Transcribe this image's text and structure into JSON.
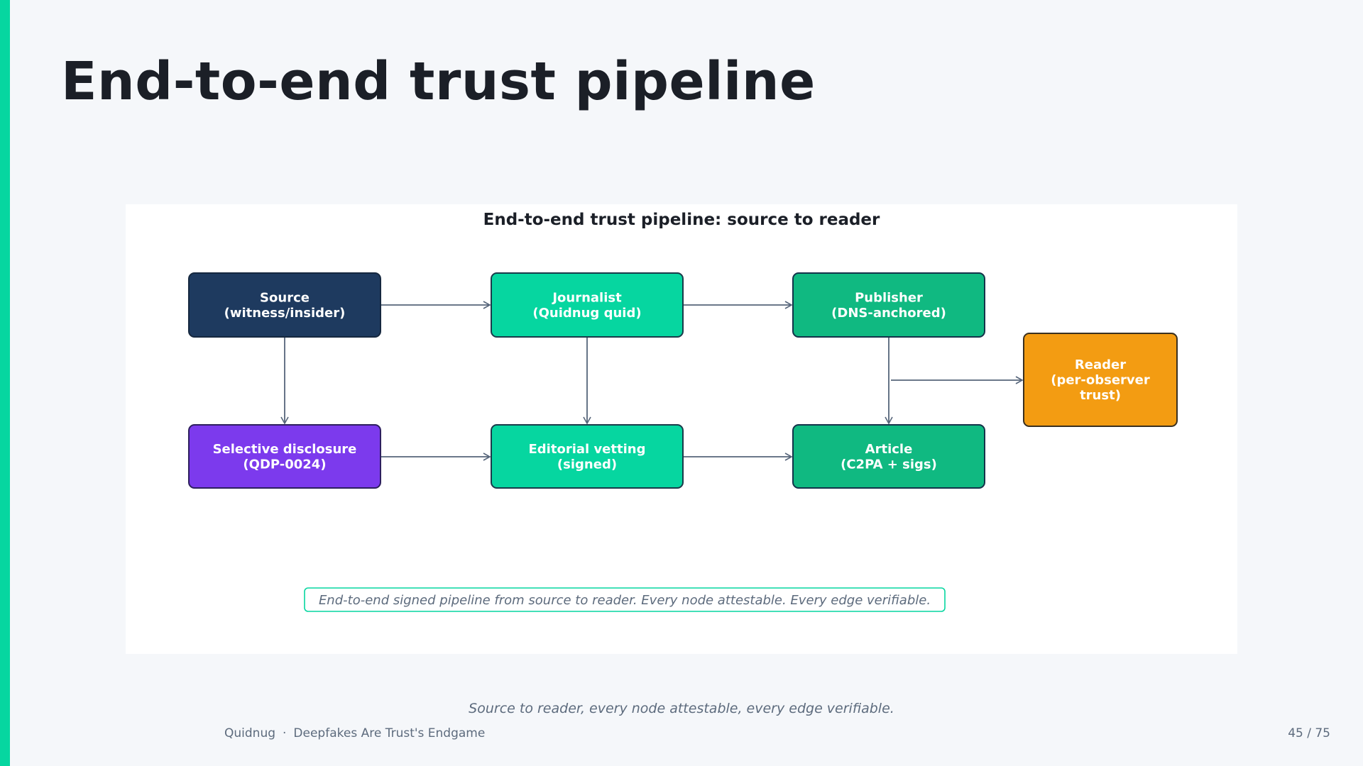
{
  "slide": {
    "title": "End-to-end trust pipeline",
    "caption": "Source to reader, every node attestable, every edge verifiable.",
    "footer": {
      "org": "Quidnug",
      "separator": "·",
      "deck": "Deepfakes Are Trust's Endgame",
      "page": "45 / 75"
    }
  },
  "diagram": {
    "title": "End-to-end trust pipeline: source to reader",
    "note": "End-to-end signed pipeline from source to reader. Every node attestable. Every edge verifiable.",
    "colors": {
      "source": "#1e3a5f",
      "journalist": "#06d6a0",
      "publisher": "#10b981",
      "reader": "#f39c12",
      "disclosure": "#7c3aed",
      "edge": "#56657a",
      "note_border": "#06d6a0"
    },
    "nodes": [
      {
        "id": "source",
        "lines": [
          "Source",
          "(witness/insider)"
        ]
      },
      {
        "id": "journalist",
        "lines": [
          "Journalist",
          "(Quidnug quid)"
        ]
      },
      {
        "id": "publisher",
        "lines": [
          "Publisher",
          "(DNS-anchored)"
        ]
      },
      {
        "id": "reader",
        "lines": [
          "Reader",
          "(per-observer",
          "trust)"
        ]
      },
      {
        "id": "disclosure",
        "lines": [
          "Selective disclosure",
          "(QDP-0024)"
        ]
      },
      {
        "id": "vetting",
        "lines": [
          "Editorial vetting",
          "(signed)"
        ]
      },
      {
        "id": "article",
        "lines": [
          "Article",
          "(C2PA + sigs)"
        ]
      }
    ],
    "edges": [
      {
        "from": "source",
        "to": "journalist"
      },
      {
        "from": "journalist",
        "to": "publisher"
      },
      {
        "from": "source",
        "to": "disclosure"
      },
      {
        "from": "journalist",
        "to": "vetting"
      },
      {
        "from": "publisher",
        "to": "article"
      },
      {
        "from": "publisher",
        "to": "reader"
      },
      {
        "from": "disclosure",
        "to": "vetting"
      },
      {
        "from": "vetting",
        "to": "article"
      }
    ]
  }
}
